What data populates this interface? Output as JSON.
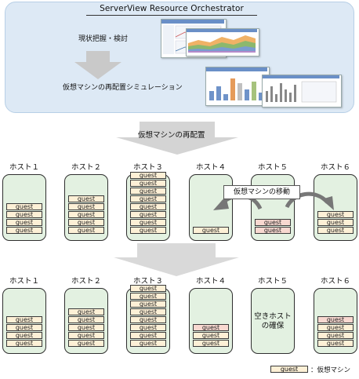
{
  "header": {
    "product_title": "ServerView Resource Orchestrator",
    "step1": "現状把握・検討",
    "step2": "仮想マシンの再配置シミュレーション"
  },
  "middle_label": "仮想マシンの再配置",
  "callout": "仮想マシンの移動",
  "before": {
    "hosts": [
      {
        "label": "ホスト１",
        "guests": [
          "guest",
          "guest",
          "guest",
          "guest"
        ]
      },
      {
        "label": "ホスト２",
        "guests": [
          "guest",
          "guest",
          "guest",
          "guest",
          "guest"
        ]
      },
      {
        "label": "ホスト３",
        "guests": [
          "guest",
          "guest",
          "guest",
          "guest",
          "guest",
          "guest",
          "guest",
          "guest"
        ]
      },
      {
        "label": "ホスト４",
        "guests": [
          "guest"
        ]
      },
      {
        "label": "ホスト５",
        "guests": [
          "guest",
          "guest"
        ]
      },
      {
        "label": "ホスト６",
        "guests": [
          "guest",
          "guest",
          "guest"
        ]
      }
    ]
  },
  "after": {
    "hosts": [
      {
        "label": "ホスト１",
        "guests": [
          "guest",
          "guest",
          "guest",
          "guest"
        ]
      },
      {
        "label": "ホスト２",
        "guests": [
          "guest",
          "guest",
          "guest",
          "guest",
          "guest"
        ]
      },
      {
        "label": "ホスト３",
        "guests": [
          "guest",
          "guest",
          "guest",
          "guest",
          "guest",
          "guest",
          "guest",
          "guest"
        ]
      },
      {
        "label": "ホスト４",
        "guests": [
          "guest",
          "guest",
          "guest"
        ]
      },
      {
        "label": "ホスト５",
        "guests": [],
        "note": "空きホスト\nの確保"
      },
      {
        "label": "ホスト６",
        "guests": [
          "guest",
          "guest",
          "guest",
          "guest"
        ]
      }
    ]
  },
  "legend": {
    "swatch": "guest",
    "text": "：仮想マシン"
  },
  "colors": {
    "panel": "#dde9f5",
    "host": "#e3f1e1",
    "guest": "#fdf0d6",
    "guest_moved": "#f8d8d0",
    "arrow": "#d4d4d4"
  }
}
